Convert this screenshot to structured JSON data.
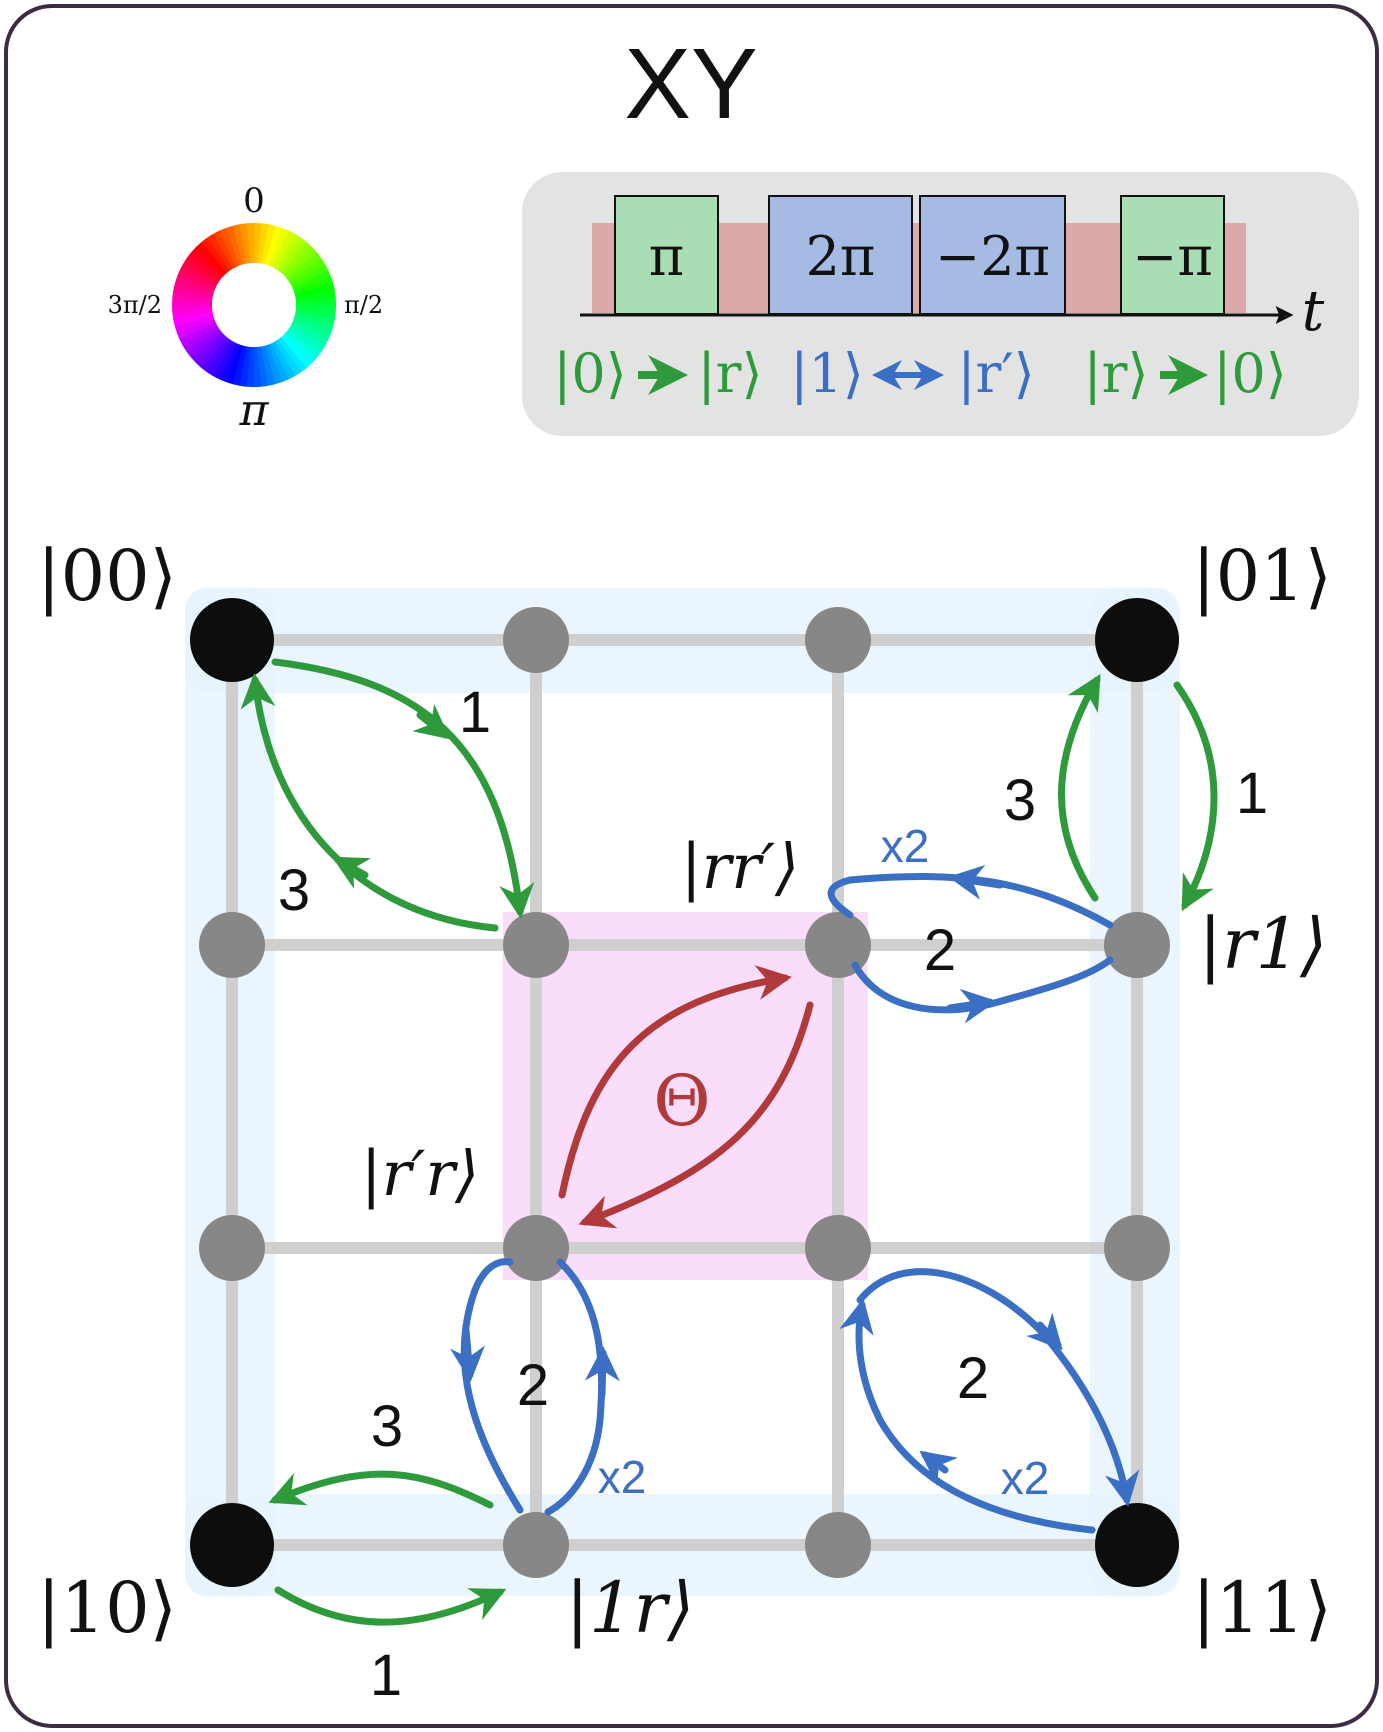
{
  "title": "XY",
  "phase_wheel": {
    "label_top": "0",
    "label_right": "π/2",
    "label_bottom": "π",
    "label_left": "3π/2"
  },
  "pulse_sequence": {
    "pulses": [
      {
        "label": "π",
        "color": "#a9deb4"
      },
      {
        "label": "2π",
        "color": "#a6bbe3"
      },
      {
        "label": "−2π",
        "color": "#a6bbe3"
      },
      {
        "label": "−π",
        "color": "#a9deb4"
      }
    ],
    "background_color": "#dca9ab",
    "time_label": "t",
    "transitions": [
      {
        "from": "|0⟩",
        "to": "|r⟩",
        "color": "#2e9a3c"
      },
      {
        "from": "|1⟩",
        "to": "|r′⟩",
        "color": "#3b6fc4"
      },
      {
        "from": "|r⟩",
        "to": "|0⟩",
        "color": "#2e9a3c"
      }
    ]
  },
  "state_labels": {
    "s00": "|00⟩",
    "s01": "|01⟩",
    "s10": "|10⟩",
    "s11": "|11⟩",
    "r1": "|r1⟩",
    "one_r": "|1r⟩",
    "rr_prime": "|rr′⟩",
    "r_prime_r": "|r′r⟩"
  },
  "transition_labels": {
    "top_left_1": "1",
    "top_left_3": "3",
    "top_right_1": "1",
    "top_right_3": "3",
    "right_loop_2": "2",
    "right_loop_x2": "x2",
    "theta": "Θ",
    "bottom_loop_2": "2",
    "bottom_loop_x2": "x2",
    "bottom_left_3": "3",
    "bottom_left_1": "1",
    "bottom_right_2": "2",
    "bottom_right_x2": "x2"
  },
  "colors": {
    "green": "#2e9a3c",
    "blue": "#3b6fc4",
    "red": "#b03a3a",
    "magenta_fill": "#f9ddfa",
    "light_blue_fill": "#e6f3fd",
    "grid": "#cfcfcf",
    "node_gray": "#878787",
    "node_black": "#0d0d0d"
  }
}
